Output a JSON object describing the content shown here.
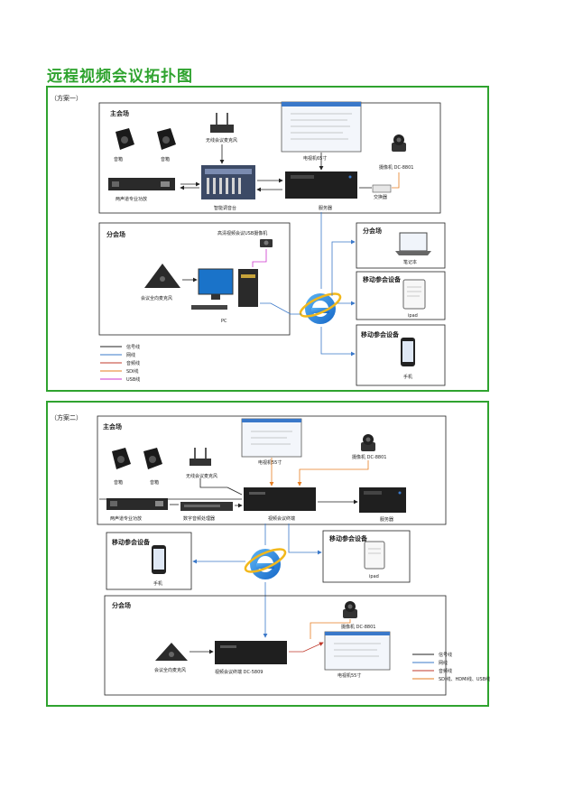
{
  "title": "远程视频会议拓扑图",
  "scheme1": {
    "label": "（方案一）",
    "main": {
      "label": "主会场",
      "speaker1": "音箱",
      "speaker2": "音箱",
      "amp": "两声道专业功放",
      "mixer": "智能调音台",
      "wireless_mic": "无线会议麦克风",
      "tv": "电视机65寸",
      "server": "服务器",
      "switch": "交换器",
      "camera": "摄像机 DC-8801"
    },
    "branch": {
      "label": "分会场",
      "usb_cam": "高清视频会议USB摄像机",
      "mic": "会议全向麦克风",
      "pc": "PC"
    },
    "right": {
      "branch_label": "分会场",
      "laptop": "笔记本",
      "mobile1_label": "移动参会设备",
      "ipad": "ipad",
      "mobile2_label": "移动参会设备",
      "phone": "手机"
    },
    "legend": [
      {
        "label": "信号线",
        "color": "#222222"
      },
      {
        "label": "网线",
        "color": "#3a78c9"
      },
      {
        "label": "音频线",
        "color": "#c0392b"
      },
      {
        "label": "SDI线",
        "color": "#e67e22"
      },
      {
        "label": "USB线",
        "color": "#cc33cc"
      }
    ]
  },
  "scheme2": {
    "label": "（方案二）",
    "main": {
      "label": "主会场",
      "speaker1": "音箱",
      "speaker2": "音箱",
      "wireless_mic": "无线会议麦克风",
      "amp": "两声道专业功放",
      "dsp": "数字音频处理器",
      "tv": "电视机55寸",
      "camera": "摄像机 DC-8801",
      "terminal": "视频会议终端",
      "server": "服务器"
    },
    "mobile_left": {
      "label": "移动参会设备",
      "phone": "手机"
    },
    "mobile_right": {
      "label": "移动参会设备",
      "ipad": "ipad"
    },
    "branch": {
      "label": "分会场",
      "camera": "摄像机 DC-8801",
      "mic": "会议全向麦克风",
      "terminal": "视频会议终端  DC-5809",
      "tv": "电视机55寸"
    },
    "legend": [
      {
        "label": "信号线",
        "color": "#222222"
      },
      {
        "label": "网线",
        "color": "#3a78c9"
      },
      {
        "label": "音频线",
        "color": "#c0392b"
      },
      {
        "label": "SDI线、HDMI线、USB线",
        "color": "#e67e22"
      }
    ]
  }
}
